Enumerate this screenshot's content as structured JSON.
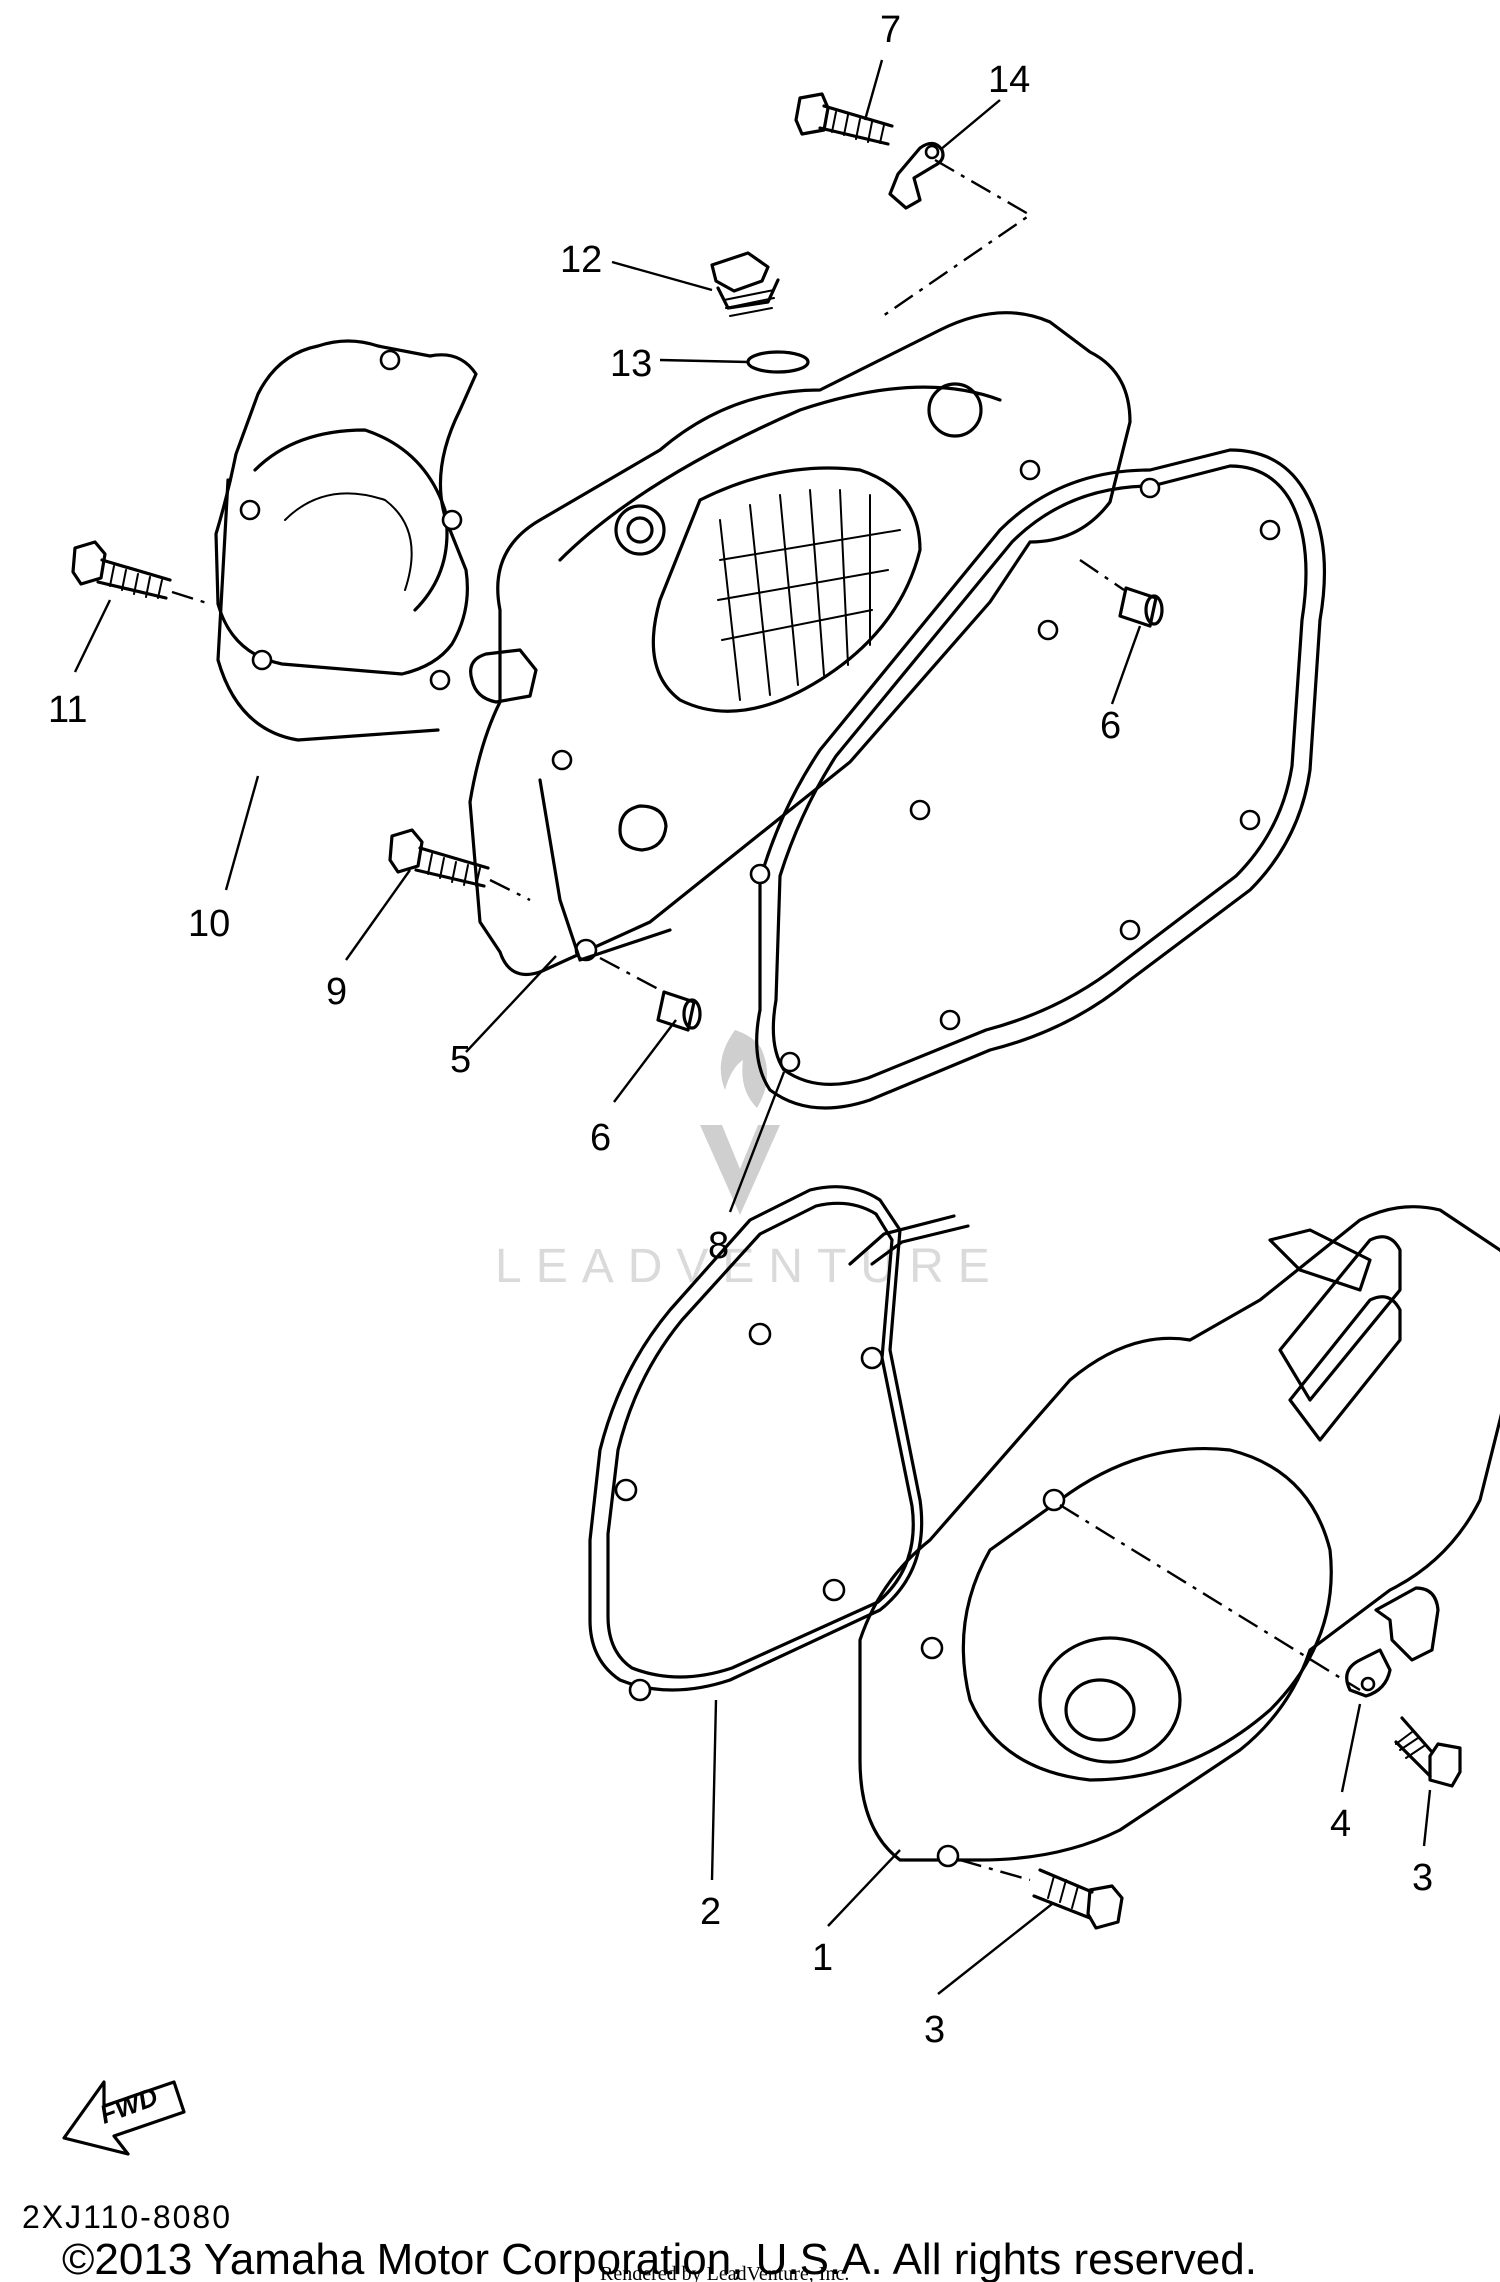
{
  "diagram": {
    "callouts": [
      {
        "id": "1",
        "label": "1"
      },
      {
        "id": "2",
        "label": "2"
      },
      {
        "id": "3a",
        "label": "3"
      },
      {
        "id": "3b",
        "label": "3"
      },
      {
        "id": "4",
        "label": "4"
      },
      {
        "id": "5",
        "label": "5"
      },
      {
        "id": "6a",
        "label": "6"
      },
      {
        "id": "6b",
        "label": "6"
      },
      {
        "id": "7",
        "label": "7"
      },
      {
        "id": "8",
        "label": "8"
      },
      {
        "id": "9",
        "label": "9"
      },
      {
        "id": "10",
        "label": "10"
      },
      {
        "id": "11",
        "label": "11"
      },
      {
        "id": "12",
        "label": "12"
      },
      {
        "id": "13",
        "label": "13"
      },
      {
        "id": "14",
        "label": "14"
      }
    ],
    "fwd_label": "FWD",
    "diagram_code": "2XJ110-8080",
    "watermark": "LEADVENTURE"
  },
  "footer": {
    "copyright": "©2013 Yamaha Motor Corporation, U.S.A. All rights reserved.",
    "rendered_by": "Rendered by LeadVenture, Inc."
  }
}
